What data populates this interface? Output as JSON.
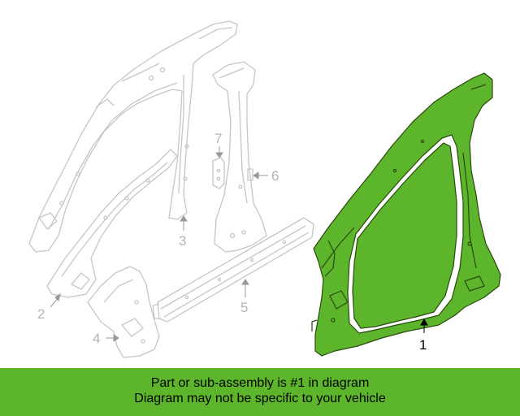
{
  "diagram": {
    "highlight_color": "#5cb52a",
    "ghost_color": "#c8c8c8",
    "callouts": [
      {
        "id": "1",
        "label": "1"
      },
      {
        "id": "2",
        "label": "2"
      },
      {
        "id": "3",
        "label": "3"
      },
      {
        "id": "4",
        "label": "4"
      },
      {
        "id": "5",
        "label": "5"
      },
      {
        "id": "6",
        "label": "6"
      },
      {
        "id": "7",
        "label": "7"
      }
    ]
  },
  "banner": {
    "line1": "Part or sub-assembly is #1 in diagram",
    "line2": "Diagram may not be specific to your vehicle",
    "background": "#5cb52a"
  }
}
